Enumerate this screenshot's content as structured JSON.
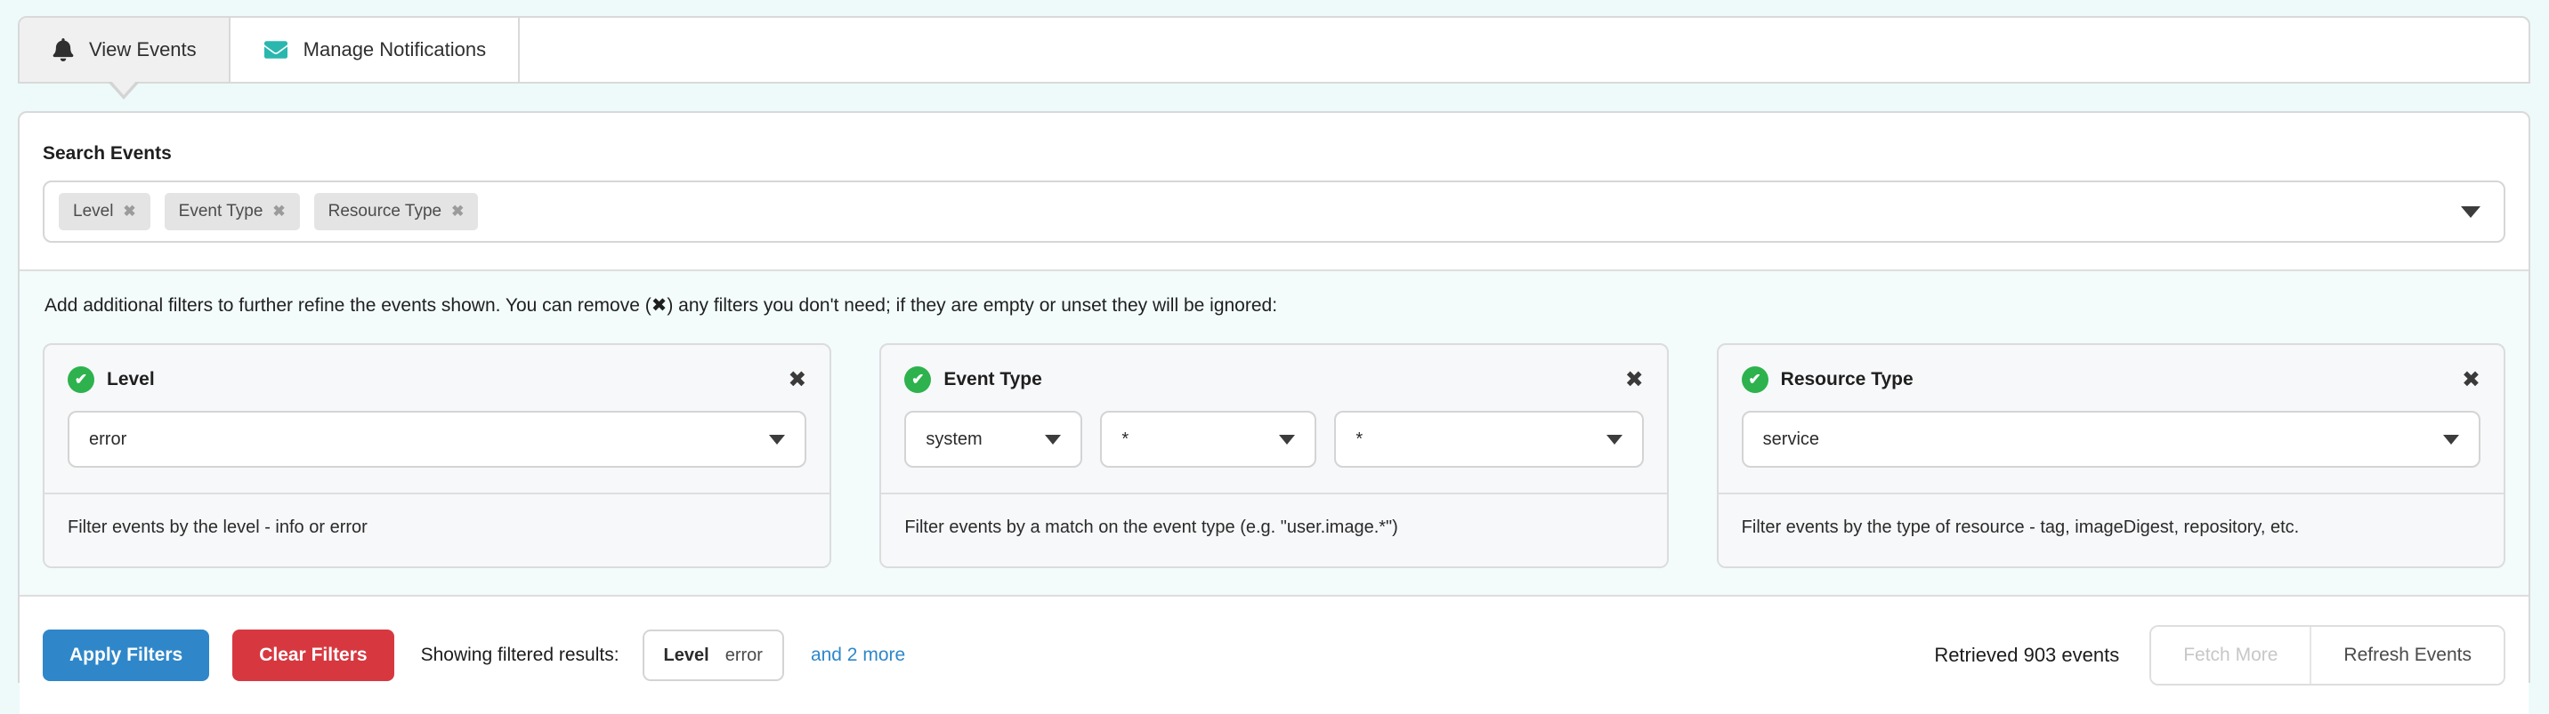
{
  "tabs": [
    {
      "label": "View Events",
      "icon": "bell-icon",
      "active": true
    },
    {
      "label": "Manage Notifications",
      "icon": "envelope-icon",
      "active": false
    }
  ],
  "search": {
    "title": "Search Events",
    "selected_filters": [
      {
        "label": "Level"
      },
      {
        "label": "Event Type"
      },
      {
        "label": "Resource Type"
      }
    ]
  },
  "instruction": "Add additional filters to further refine the events shown. You can remove (✖) any filters you don't need; if they are empty or unset they will be ignored:",
  "filter_cards": [
    {
      "title": "Level",
      "status": "valid",
      "selects": [
        {
          "value": "error"
        }
      ],
      "description": "Filter events by the level - info or error"
    },
    {
      "title": "Event Type",
      "status": "valid",
      "selects": [
        {
          "value": "system"
        },
        {
          "value": "*"
        },
        {
          "value": "*"
        }
      ],
      "description": "Filter events by a match on the event type (e.g. \"user.image.*\")"
    },
    {
      "title": "Resource Type",
      "status": "valid",
      "selects": [
        {
          "value": "service"
        }
      ],
      "description": "Filter events by the type of resource - tag, imageDigest, repository, etc."
    }
  ],
  "actions": {
    "apply_label": "Apply Filters",
    "clear_label": "Clear Filters",
    "results_label": "Showing filtered results:",
    "active_filter_badge": {
      "name": "Level",
      "value": "error"
    },
    "more_link": "and 2 more",
    "retrieved_text": "Retrieved 903 events",
    "fetch_more_label": "Fetch More",
    "fetch_more_enabled": false,
    "refresh_label": "Refresh Events"
  },
  "icons": {
    "remove": "✖",
    "check": "✔"
  },
  "colors": {
    "accent_teal": "#2ab7ae",
    "primary_blue": "#2f87c9",
    "danger_red": "#d73840",
    "success_green": "#2db24e",
    "link_blue": "#2f87c9",
    "page_background": "#eefafa"
  }
}
